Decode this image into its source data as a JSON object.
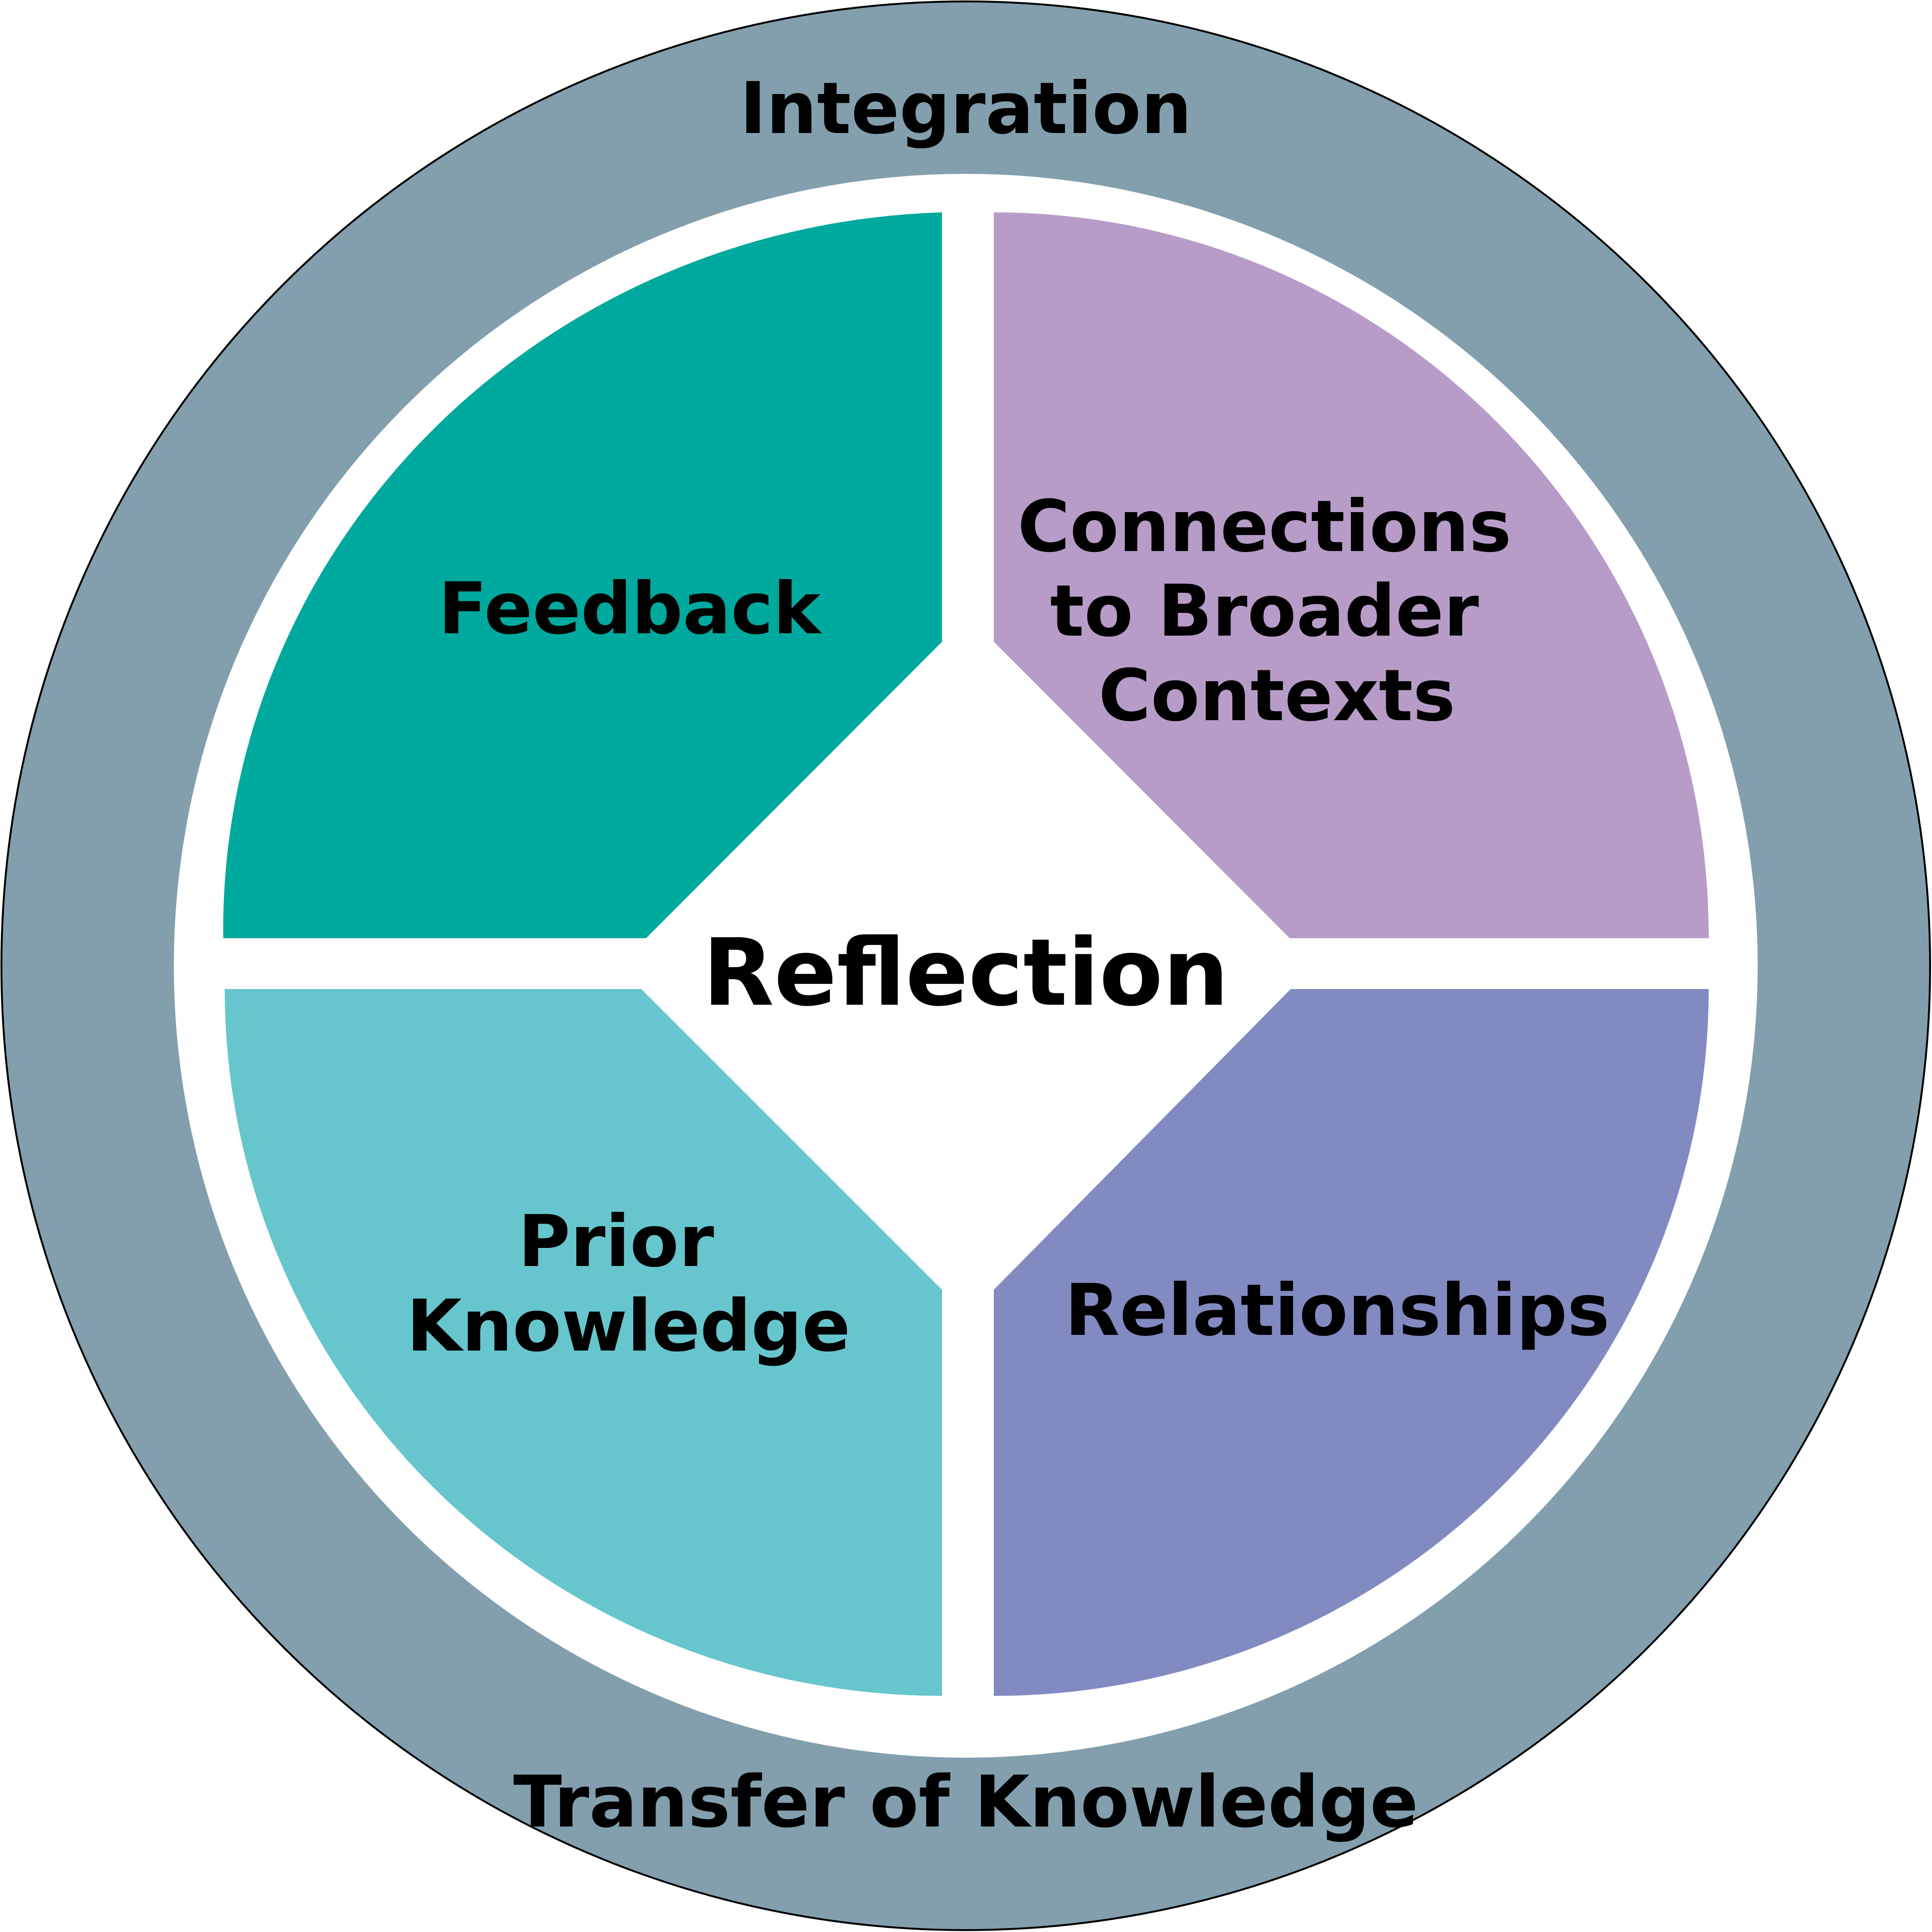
{
  "outer_ring": {
    "top_label": "Integration",
    "bottom_label": "Transfer of Knowledge",
    "color": "#839fae"
  },
  "center": {
    "label": "Reflection"
  },
  "quadrants": {
    "top_left": {
      "lines": [
        "Feedback"
      ],
      "color": "#00a99d"
    },
    "top_right": {
      "lines": [
        "Connections",
        "to Broader",
        "Contexts"
      ],
      "color": "#b89cc8"
    },
    "bottom_left": {
      "lines": [
        "Prior",
        "Knowledge"
      ],
      "color": "#67c6cd"
    },
    "bottom_right": {
      "lines": [
        "Relationships"
      ],
      "color": "#828ac2"
    }
  }
}
